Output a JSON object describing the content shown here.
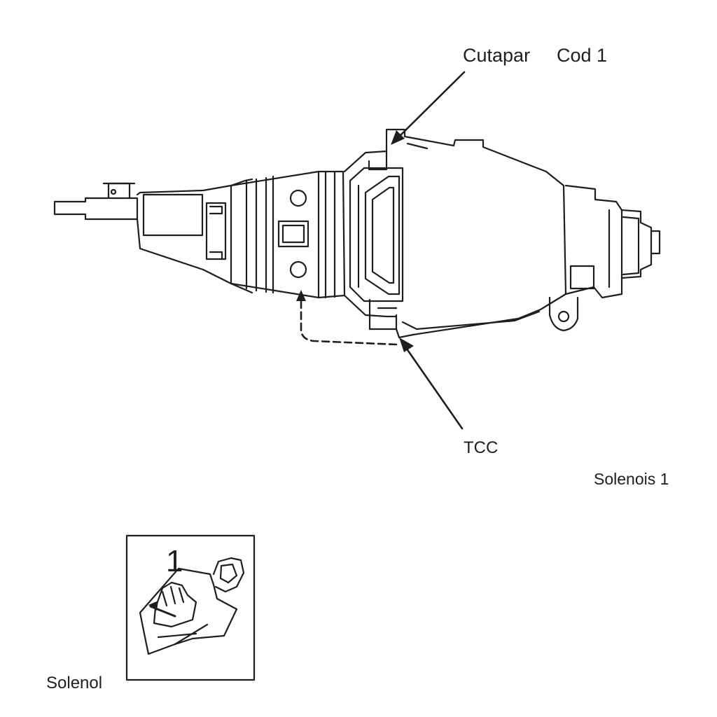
{
  "labels": {
    "cutapar": "Cutapar",
    "cod": "Cod 1",
    "tcc": "TCC",
    "solenois": "Solenois 1",
    "solenol": "Solenol"
  },
  "inset": {
    "number": "1"
  },
  "colors": {
    "line": "#1e1e1e",
    "background": "#ffffff"
  }
}
